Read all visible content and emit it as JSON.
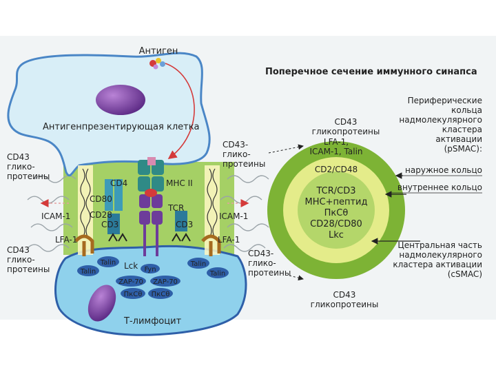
{
  "title": "Поперечное сечение иммунного синапса",
  "left": {
    "antigen": "Антиген",
    "apc": "Антигенпрезентирующая клетка",
    "cd43_top_left": [
      "CD43",
      "глико-",
      "протеины"
    ],
    "cd43_bottom_left": [
      "CD43",
      "глико-",
      "протеины"
    ],
    "cd4": "CD4",
    "mhc2": "MHC II",
    "cd80": "CD80",
    "cd28": "CD28",
    "cd3_left": "CD3",
    "cd3_right": "CD3",
    "tcr": "TCR",
    "icam_left": "ICAM-1",
    "icam_right": "ICAM-1",
    "lfa_left": "LFA-1",
    "lfa_right": "LFA-1",
    "talin_1": "Talin",
    "talin_2": "Talin",
    "talin_3": "Talin",
    "talin_4": "Talin",
    "lck": "Lck",
    "fyn": "Fyn",
    "zap_1": "ZAP-70",
    "zap_2": "ZAP-70",
    "pkc_1": "ПкСθ",
    "pkc_2": "ПкСθ",
    "tcell": "Т-лимфоцит",
    "cd43_mid_left": [
      "CD43-",
      "глико-",
      "протеины"
    ]
  },
  "right": {
    "cd43_top": [
      "CD43",
      "гликопротеины"
    ],
    "lfa1": "LFA-1,",
    "icam_talin": "ICAM-1, Talin",
    "cd2": "CD2/CD48",
    "tcr_cd3": "TCR/CD3",
    "mhc_peptide": "MHC+пептид",
    "pkc": "ПкСθ",
    "cd28_cd80": "CD28/CD80",
    "lkc": "Lkc",
    "peripheral": [
      "Периферические",
      "кольца",
      "надмолекулярного",
      "кластера",
      "активации",
      "(pSMAC):"
    ],
    "outer_ring": "наружное кольцо",
    "inner_ring": "внутреннее кольцо",
    "central": [
      "Центральная часть",
      "надмолекулярного",
      "кластера активации",
      "(cSMAC)"
    ],
    "cd43_mid": [
      "CD43-",
      "глико-",
      "протеины"
    ],
    "cd43_bottom_center": [
      "CD43",
      "гликопротеины"
    ]
  },
  "colors": {
    "apc_fill": "#d8eef7",
    "apc_stroke": "#4a86c6",
    "nucleus": "#7b3fa0",
    "tcell_fill": "#8fd1ec",
    "tcell_stroke": "#2e5fa8",
    "synapse_green": "#9ccc55",
    "outer_ring": "#7db335",
    "middle_ring": "#e4ec8a",
    "center": "#b4d66a",
    "arrow_red": "#d43a3a",
    "teal": "#2f8a86",
    "brown": "#a66a1f",
    "purple": "#6d3c9a"
  }
}
